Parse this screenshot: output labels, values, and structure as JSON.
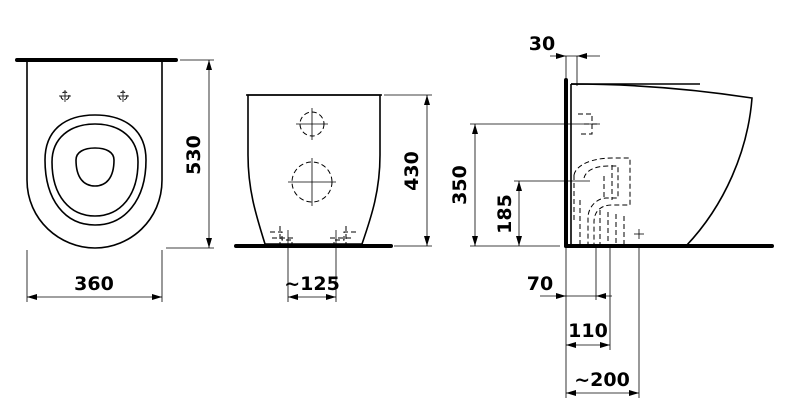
{
  "drawing": {
    "views": [
      {
        "name": "top-view",
        "dimensions": {
          "width": "360",
          "length": "530"
        }
      },
      {
        "name": "front-view",
        "dimensions": {
          "height": "430",
          "foot_spacing": "~125"
        }
      },
      {
        "name": "side-view",
        "dimensions": {
          "wall_offset": "30",
          "outlet_height_top": "350",
          "outlet_height_center": "185",
          "outlet_dist_70": "70",
          "outlet_dist_110": "110",
          "outlet_dist_200": "~200"
        }
      }
    ]
  }
}
